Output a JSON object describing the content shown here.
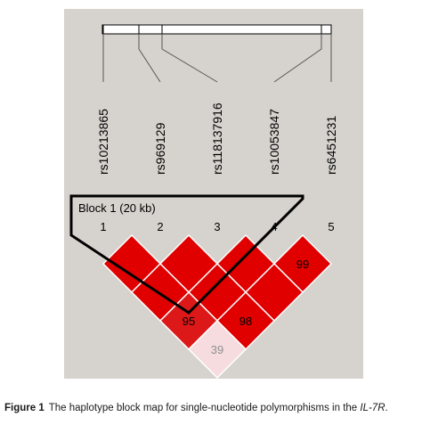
{
  "block_label": "Block 1 (20 kb)",
  "snps": [
    {
      "index": "1",
      "name": "rs10213865"
    },
    {
      "index": "2",
      "name": "rs969129"
    },
    {
      "index": "3",
      "name": "rs118137916"
    },
    {
      "index": "4",
      "name": "rs10053847"
    },
    {
      "index": "5",
      "name": "rs6451231"
    }
  ],
  "ld_cells": [
    {
      "i": 1,
      "j": 2,
      "value": "",
      "color": "#e00000"
    },
    {
      "i": 2,
      "j": 3,
      "value": "",
      "color": "#e00000"
    },
    {
      "i": 3,
      "j": 4,
      "value": "",
      "color": "#e00000"
    },
    {
      "i": 4,
      "j": 5,
      "value": "99",
      "color": "#e00000"
    },
    {
      "i": 1,
      "j": 3,
      "value": "",
      "color": "#e00000"
    },
    {
      "i": 2,
      "j": 4,
      "value": "",
      "color": "#e00000"
    },
    {
      "i": 3,
      "j": 5,
      "value": "",
      "color": "#e00000"
    },
    {
      "i": 1,
      "j": 4,
      "value": "95",
      "color": "#dd1818"
    },
    {
      "i": 2,
      "j": 5,
      "value": "98",
      "color": "#e00000"
    },
    {
      "i": 1,
      "j": 5,
      "value": "39",
      "color": "#f6dcdf"
    }
  ],
  "caption": {
    "figure_label": "Figure 1",
    "text_before": "The haplotype block map for single-nucleotide polymorphisms in the ",
    "gene": "IL-7R",
    "text_after": "."
  }
}
